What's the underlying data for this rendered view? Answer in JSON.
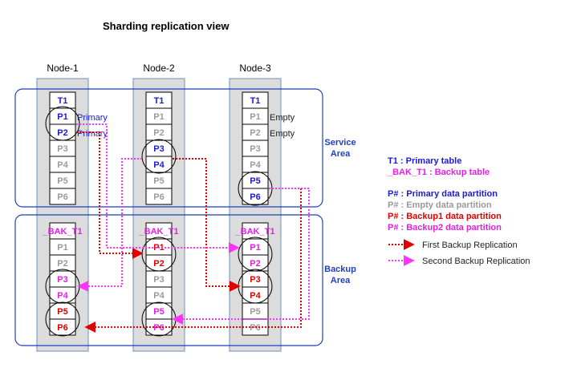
{
  "title": "Sharding replication view",
  "colors": {
    "primary": "#1b1bd6",
    "empty": "#9a9a9a",
    "backup1": "#e00000",
    "backup2": "#e61ee6",
    "area": "#1f3fbf",
    "node_fill": "#dcdcdc",
    "node_border": "#6c8ebf",
    "first_arrow": "#e00000",
    "second_arrow": "#ff33ff"
  },
  "areas": [
    {
      "id": "service",
      "label_line1": "Service",
      "label_line2": "Area"
    },
    {
      "id": "backup",
      "label_line1": "Backup",
      "label_line2": "Area"
    }
  ],
  "nodes": [
    {
      "label": "Node-1",
      "service": [
        {
          "text": "T1",
          "kind": "primary"
        },
        {
          "text": "P1",
          "kind": "primary"
        },
        {
          "text": "P2",
          "kind": "primary"
        },
        {
          "text": "P3",
          "kind": "empty"
        },
        {
          "text": "P4",
          "kind": "empty"
        },
        {
          "text": "P5",
          "kind": "empty"
        },
        {
          "text": "P6",
          "kind": "empty"
        }
      ],
      "backup": [
        {
          "text": "_BAK_T1",
          "kind": "backup2"
        },
        {
          "text": "P1",
          "kind": "empty"
        },
        {
          "text": "P2",
          "kind": "empty"
        },
        {
          "text": "P3",
          "kind": "backup2"
        },
        {
          "text": "P4",
          "kind": "backup2"
        },
        {
          "text": "P5",
          "kind": "backup1"
        },
        {
          "text": "P6",
          "kind": "backup1"
        }
      ]
    },
    {
      "label": "Node-2",
      "service": [
        {
          "text": "T1",
          "kind": "primary"
        },
        {
          "text": "P1",
          "kind": "empty"
        },
        {
          "text": "P2",
          "kind": "empty"
        },
        {
          "text": "P3",
          "kind": "primary"
        },
        {
          "text": "P4",
          "kind": "primary"
        },
        {
          "text": "P5",
          "kind": "empty"
        },
        {
          "text": "P6",
          "kind": "empty"
        }
      ],
      "backup": [
        {
          "text": "_BAK_T1",
          "kind": "backup2"
        },
        {
          "text": "P1",
          "kind": "backup1"
        },
        {
          "text": "P2",
          "kind": "backup1"
        },
        {
          "text": "P3",
          "kind": "empty"
        },
        {
          "text": "P4",
          "kind": "empty"
        },
        {
          "text": "P5",
          "kind": "backup2"
        },
        {
          "text": "P6",
          "kind": "backup2"
        }
      ]
    },
    {
      "label": "Node-3",
      "service": [
        {
          "text": "T1",
          "kind": "primary"
        },
        {
          "text": "P1",
          "kind": "empty"
        },
        {
          "text": "P2",
          "kind": "empty"
        },
        {
          "text": "P3",
          "kind": "empty"
        },
        {
          "text": "P4",
          "kind": "empty"
        },
        {
          "text": "P5",
          "kind": "primary"
        },
        {
          "text": "P6",
          "kind": "primary"
        }
      ],
      "backup": [
        {
          "text": "_BAK_T1",
          "kind": "backup2"
        },
        {
          "text": "P1",
          "kind": "backup2"
        },
        {
          "text": "P2",
          "kind": "backup2"
        },
        {
          "text": "P3",
          "kind": "backup1"
        },
        {
          "text": "P4",
          "kind": "backup1"
        },
        {
          "text": "P5",
          "kind": "empty"
        },
        {
          "text": "P6",
          "kind": "empty"
        }
      ]
    }
  ],
  "annotations": {
    "node1_primary_1": "Primary",
    "node1_primary_2": "Primary",
    "node3_empty_1": "Empty",
    "node3_empty_2": "Empty"
  },
  "legend": {
    "t1": "T1 : Primary table",
    "bak": "_BAK_T1 : Backup table",
    "primary": "P# : Primary data partition",
    "empty": "P# : Empty data partition",
    "backup1": "P# : Backup1 data partition",
    "backup2": "P# : Backup2 data partition",
    "first": "First Backup Replication",
    "second": "Second Backup Replication"
  }
}
